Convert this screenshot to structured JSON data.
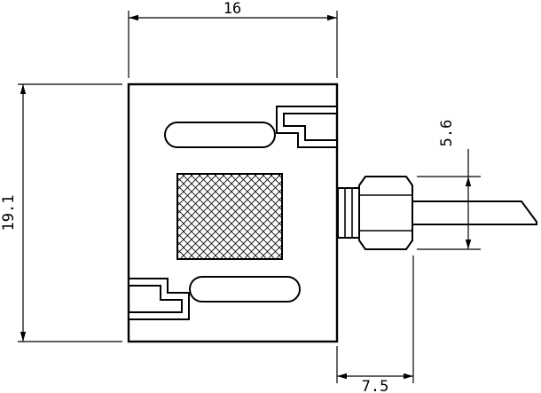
{
  "drawing": {
    "dimensions": {
      "width_mm": "16",
      "height_mm": "19.1",
      "gland_across_flats_mm": "5.6",
      "gland_length_mm": "7.5"
    },
    "colors": {
      "line": "#000000",
      "background": "#ffffff"
    }
  }
}
